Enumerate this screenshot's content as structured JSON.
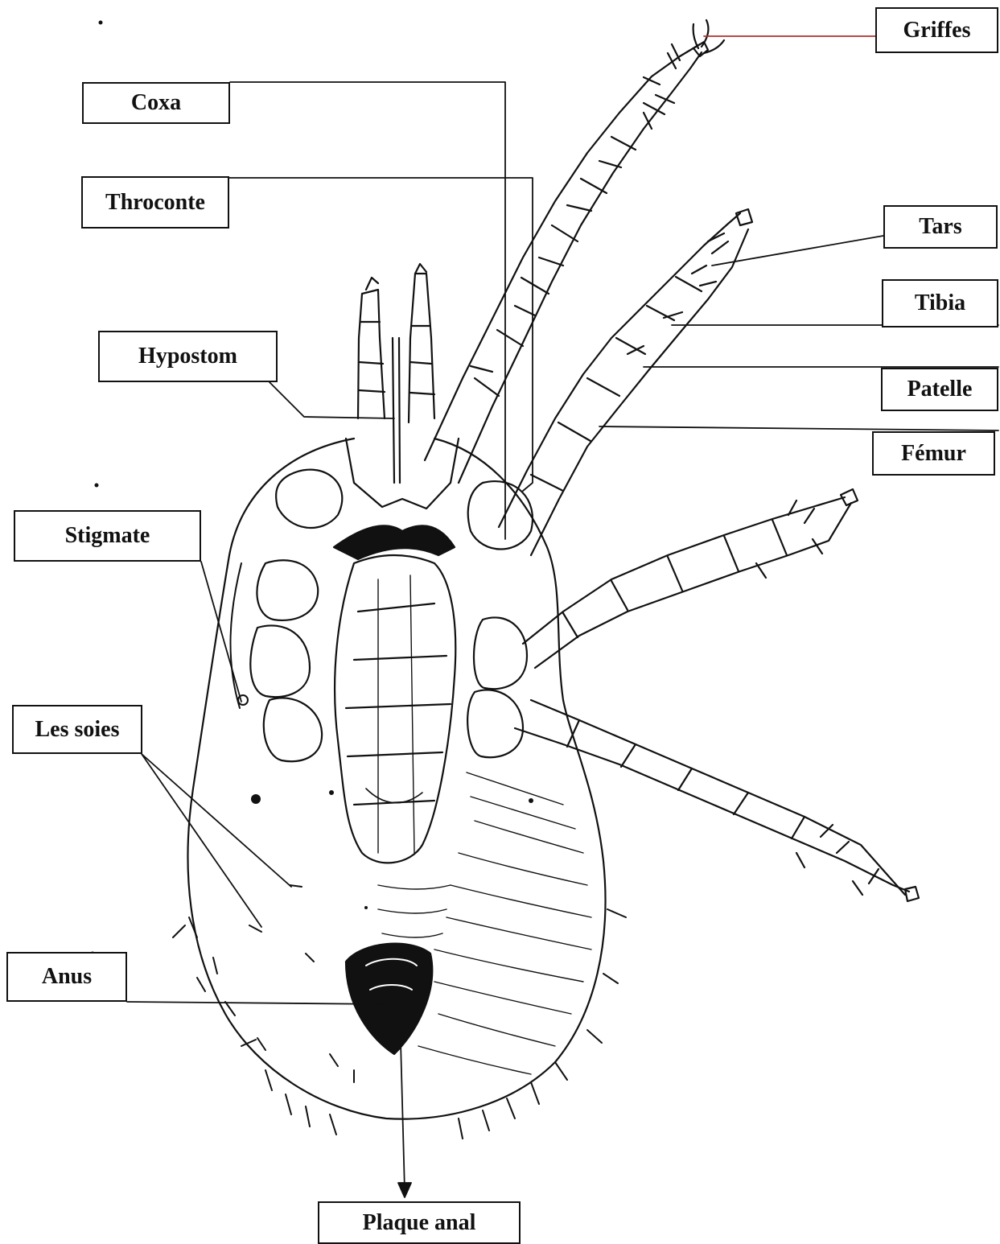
{
  "labels": {
    "griffes": "Griffes",
    "coxa": "Coxa",
    "throconte": "Throconte",
    "tars": "Tars",
    "tibia": "Tibia",
    "hypostom": "Hypostom",
    "patelle": "Patelle",
    "femur": "Fémur",
    "stigmate": "Stigmate",
    "soies": "Les soies",
    "anus": "Anus",
    "plaque": "Plaque anal"
  },
  "colors": {
    "ink": "#111111",
    "paper": "#ffffff",
    "griffes_leader": "#b03030"
  }
}
